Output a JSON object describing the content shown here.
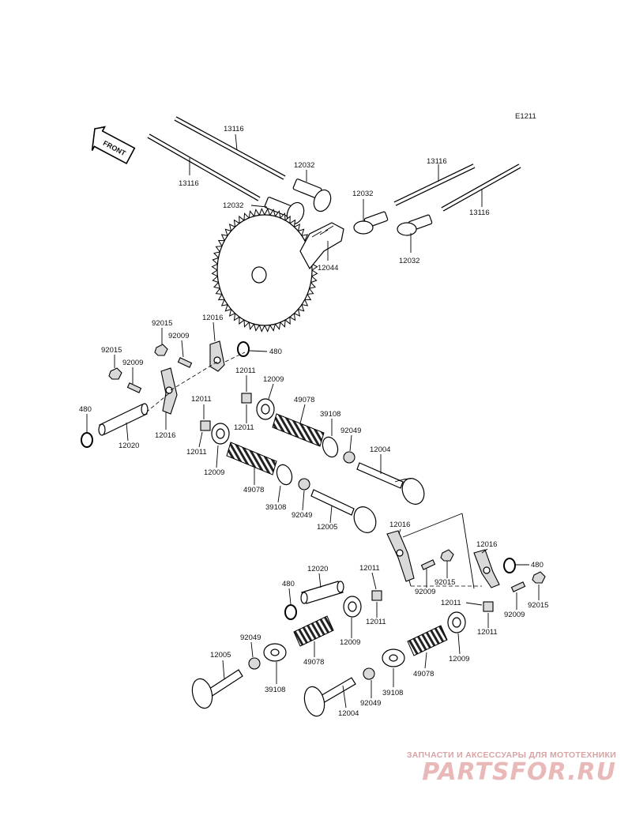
{
  "diagram_code": "E1211",
  "front_label": "FRONT",
  "watermark": {
    "tagline": "ЗАПЧАСТИ И АКСЕССУАРЫ ДЛЯ МОТОТЕХНИКИ",
    "logo": "PARTSFOR.RU"
  },
  "labels": {
    "pushrod_a": "13116",
    "pushrod_b": "13116",
    "pushrod_c": "13116",
    "pushrod_d": "13116",
    "lifter_a": "12032",
    "lifter_b": "12032",
    "lifter_c": "12032",
    "lifter_d": "12032",
    "camshaft": "12044",
    "nut_a": "92015",
    "nut_b": "92015",
    "nut_c": "92015",
    "nut_d": "92015",
    "screw_a": "92009",
    "screw_b": "92009",
    "screw_c": "92009",
    "screw_d": "92009",
    "arm_a": "12016",
    "arm_b": "12016",
    "arm_c": "12016",
    "arm_d": "12016",
    "clip_a": "480",
    "clip_b": "480",
    "clip_c": "480",
    "clip_d": "480",
    "shaft_a": "12020",
    "shaft_b": "12020",
    "seal_a": "12011",
    "seal_b": "12011",
    "seal_c": "12011",
    "seal_d": "12011",
    "seal_e": "12011",
    "seal_f": "12011",
    "seal_g": "12011",
    "seat_a": "12009",
    "seat_b": "12009",
    "seat_c": "12009",
    "seat_d": "12009",
    "spring_a": "49078",
    "spring_b": "49078",
    "spring_c": "49078",
    "spring_d": "49078",
    "retainer_a": "39108",
    "retainer_b": "39108",
    "retainer_c": "39108",
    "retainer_d": "39108",
    "collet_a": "92049",
    "collet_b": "92049",
    "collet_c": "92049",
    "collet_d": "92049",
    "valve_ex_a": "12004",
    "valve_ex_b": "12004",
    "valve_in_a": "12005",
    "valve_in_b": "12005"
  }
}
